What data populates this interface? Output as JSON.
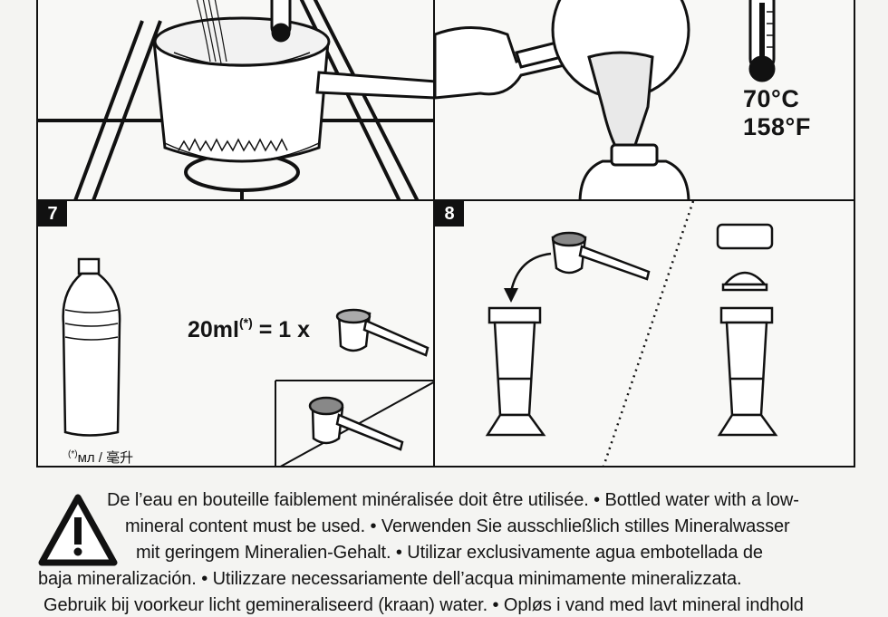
{
  "steps": {
    "step7": {
      "number": "7",
      "footnote_marker": "(*)",
      "footnote_text": "мл / 毫升"
    },
    "step8": {
      "number": "8"
    }
  },
  "thermometer": {
    "celsius": "70°C",
    "fahrenheit": "158°F"
  },
  "dose": {
    "amount": "20ml",
    "marker": "(*)",
    "rest": " = 1 x"
  },
  "warning": {
    "lines": [
      "De l’eau en bouteille faiblement minéralisée doit être utilisée. • Bottled water with a low-",
      "mineral content must be used. • Verwenden Sie ausschließlich stilles Mineralwasser",
      "mit geringem Mineralien-Gehalt. • Utilizar exclusivamente agua embotellada de",
      "baja mineralización. • Utilizzare necessariamente dell’acqua minimamente mineralizzata.",
      "Gebruik bij voorkeur licht gemineraliseerd (kraan) water. • Opløs i vand med lavt mineral indhold"
    ]
  },
  "icons": [
    "warning-triangle-icon",
    "thermometer-icon",
    "measuring-scoop-icon",
    "water-bottle-icon",
    "saucepan-icon",
    "gas-burner-icon",
    "cylinder-container-icon",
    "curved-arrow-icon"
  ]
}
